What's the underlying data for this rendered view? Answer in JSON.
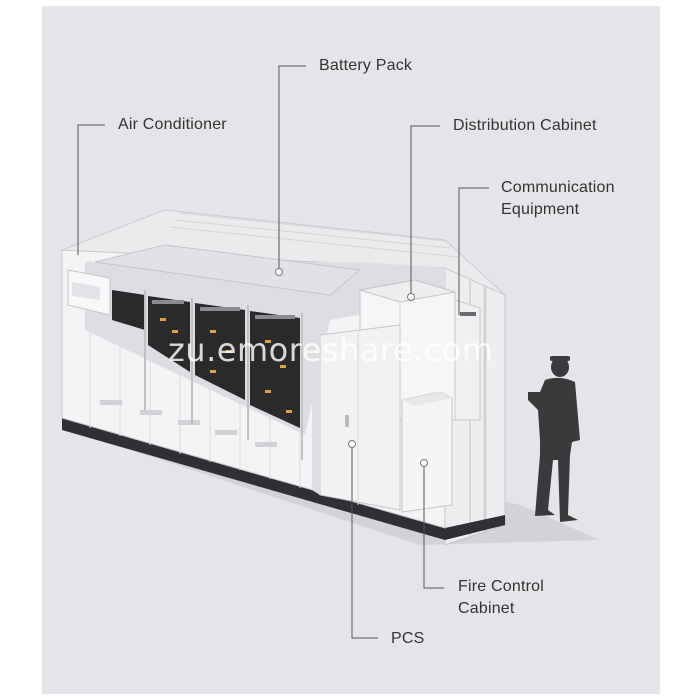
{
  "labels": {
    "air_conditioner": "Air Conditioner",
    "battery_pack": "Battery Pack",
    "distribution_cabinet": "Distribution Cabinet",
    "communication_line1": "Communication",
    "communication_line2": "Equipment",
    "fire_control_line1": "Fire Control",
    "fire_control_line2": "Cabinet",
    "pcs": "PCS"
  },
  "watermark": "zu.emoreshare.com",
  "colors": {
    "background": "#e4e5e8",
    "container_white": "#f4f5f6",
    "leader_line": "#555555",
    "battery_dark": "#2a2a2c",
    "person": "#3a3a3c"
  }
}
